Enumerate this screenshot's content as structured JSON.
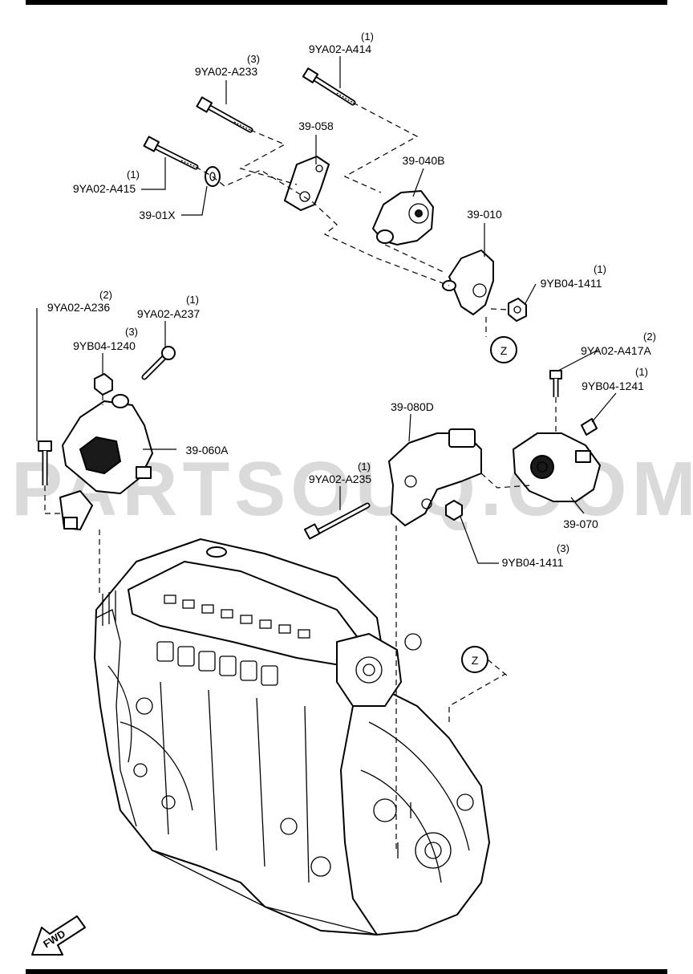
{
  "watermark": "PARTSOUQ.COM",
  "direction_label": "FWD",
  "callout_z_top": "Z",
  "callout_z_engine": "Z",
  "labels": {
    "a414": {
      "code": "9YA02-A414",
      "qty": "(1)"
    },
    "a233": {
      "code": "9YA02-A233",
      "qty": "(3)"
    },
    "p39_058": {
      "code": "39-058"
    },
    "p39_040b": {
      "code": "39-040B"
    },
    "a415": {
      "code": "9YA02-A415",
      "qty": "(1)"
    },
    "p39_01x": {
      "code": "39-01X"
    },
    "p39_010": {
      "code": "39-010"
    },
    "b1411_top": {
      "code": "9YB04-1411",
      "qty": "(1)"
    },
    "a236": {
      "code": "9YA02-A236",
      "qty": "(2)"
    },
    "a237": {
      "code": "9YA02-A237",
      "qty": "(1)"
    },
    "b1240": {
      "code": "9YB04-1240",
      "qty": "(3)"
    },
    "p39_060a": {
      "code": "39-060A"
    },
    "p39_080d": {
      "code": "39-080D"
    },
    "a235": {
      "code": "9YA02-A235",
      "qty": "(1)"
    },
    "a417a": {
      "code": "9YA02-A417A",
      "qty": "(2)"
    },
    "b1241": {
      "code": "9YB04-1241",
      "qty": "(1)"
    },
    "p39_070": {
      "code": "39-070"
    },
    "b1411_bottom": {
      "code": "9YB04-1411",
      "qty": "(3)"
    }
  }
}
